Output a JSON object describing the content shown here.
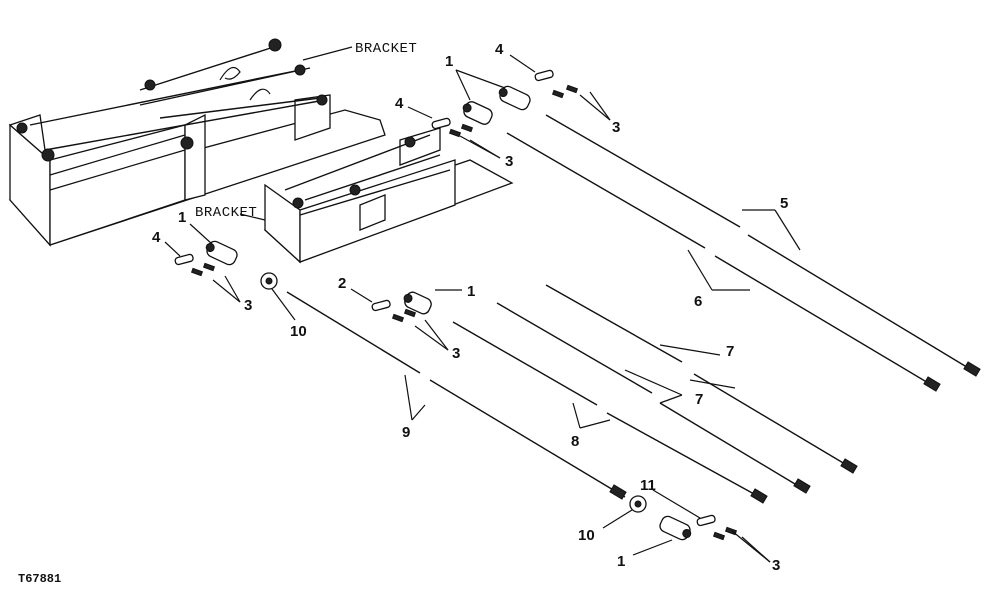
{
  "bracket_labels": [
    "BRACKET",
    "BRACKET"
  ],
  "callouts": {
    "c1a": "1",
    "c1b": "1",
    "c1c": "1",
    "c1d": "1",
    "c2": "2",
    "c3a": "3",
    "c3b": "3",
    "c3c": "3",
    "c3d": "3",
    "c3e": "3",
    "c4a": "4",
    "c4b": "4",
    "c4c": "4",
    "c5": "5",
    "c6": "6",
    "c7a": "7",
    "c7b": "7",
    "c8": "8",
    "c9": "9",
    "c10a": "10",
    "c10b": "10",
    "c11": "11"
  },
  "figure_id": "T67881"
}
